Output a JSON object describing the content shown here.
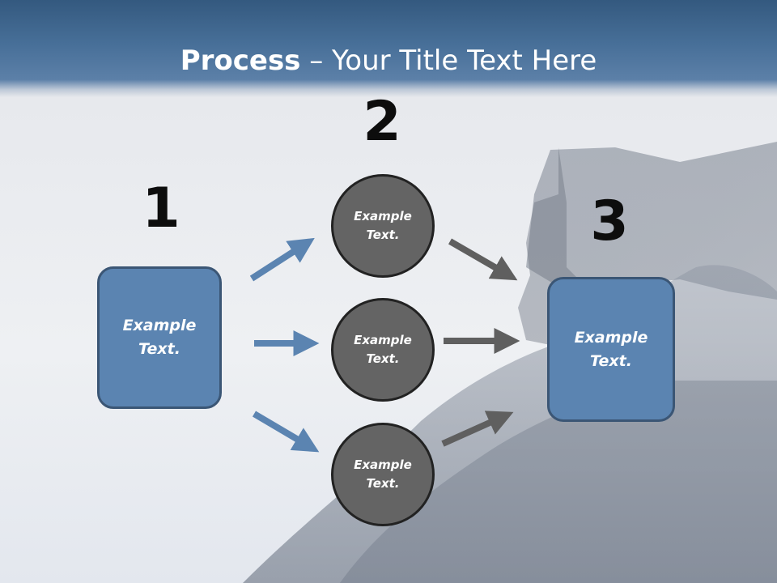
{
  "slide": {
    "title_bold": "Process",
    "title_rest": " – Your Title Text Here"
  },
  "steps": {
    "step1": {
      "number": "1",
      "label": "Example\nText."
    },
    "step2": {
      "number": "2",
      "items": [
        "Example\nText.",
        "Example\nText.",
        "Example\nText."
      ]
    },
    "step3": {
      "number": "3",
      "label": "Example\nText."
    }
  },
  "colors": {
    "header": "#476f98",
    "box_fill": "#5b84b1",
    "box_border": "#3b5675",
    "circle_fill": "#646464",
    "circle_border": "#222222",
    "arrow_blue": "#5b84b1",
    "arrow_gray": "#5f5f5f"
  }
}
